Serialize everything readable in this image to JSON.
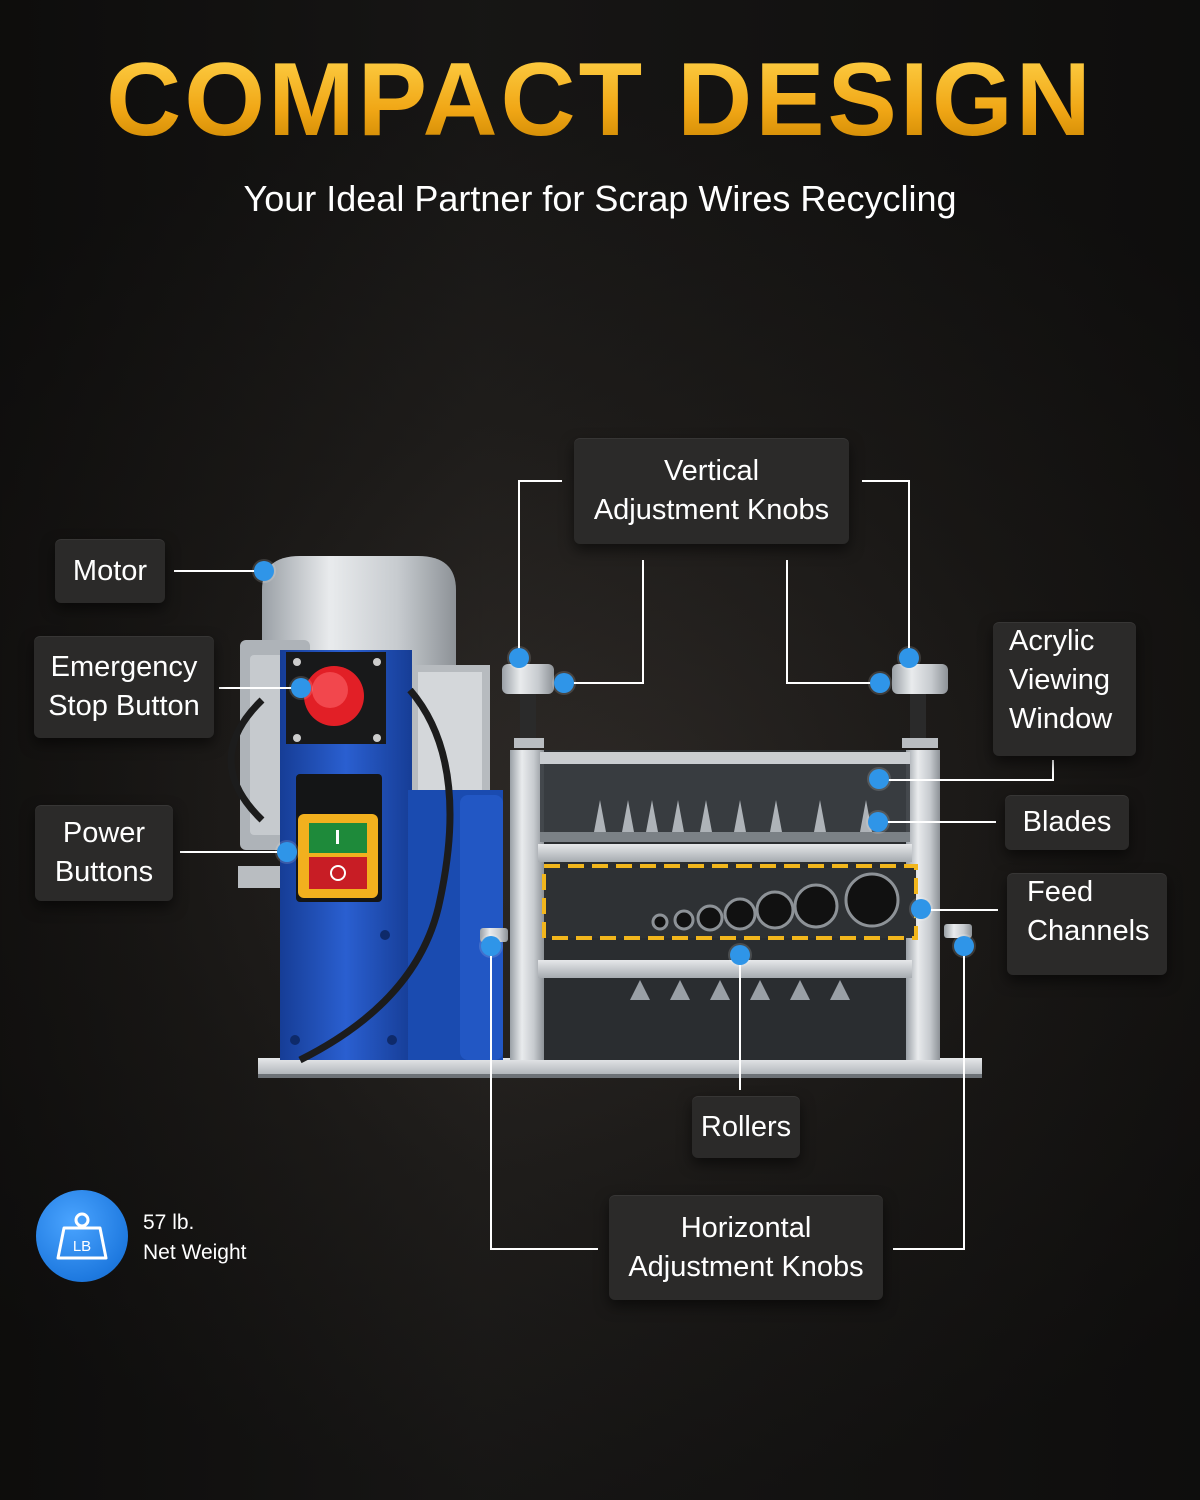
{
  "header": {
    "title": "COMPACT DESIGN",
    "subtitle": "Your Ideal Partner for Scrap Wires Recycling"
  },
  "labels": {
    "motor": [
      "Motor"
    ],
    "emergency_stop": [
      "Emergency",
      "Stop Button"
    ],
    "power_buttons": [
      "Power",
      "Buttons"
    ],
    "vertical_knobs": [
      "Vertical",
      "Adjustment Knobs"
    ],
    "acrylic_window": [
      "Acrylic",
      "Viewing",
      "Window"
    ],
    "blades": [
      "Blades"
    ],
    "feed_channels": [
      "Feed",
      "Channels"
    ],
    "rollers": [
      "Rollers"
    ],
    "horizontal_knobs": [
      "Horizontal",
      "Adjustment Knobs"
    ]
  },
  "weight": {
    "icon_text": "LB",
    "value": "57 lb.",
    "caption": "Net Weight"
  },
  "colors": {
    "title_gold": "#f2b61c",
    "callout_dot": "#2f95e8",
    "machine_blue": "#1f4fb8",
    "estop_red": "#e21f26",
    "label_bg": "#2b2a29"
  }
}
